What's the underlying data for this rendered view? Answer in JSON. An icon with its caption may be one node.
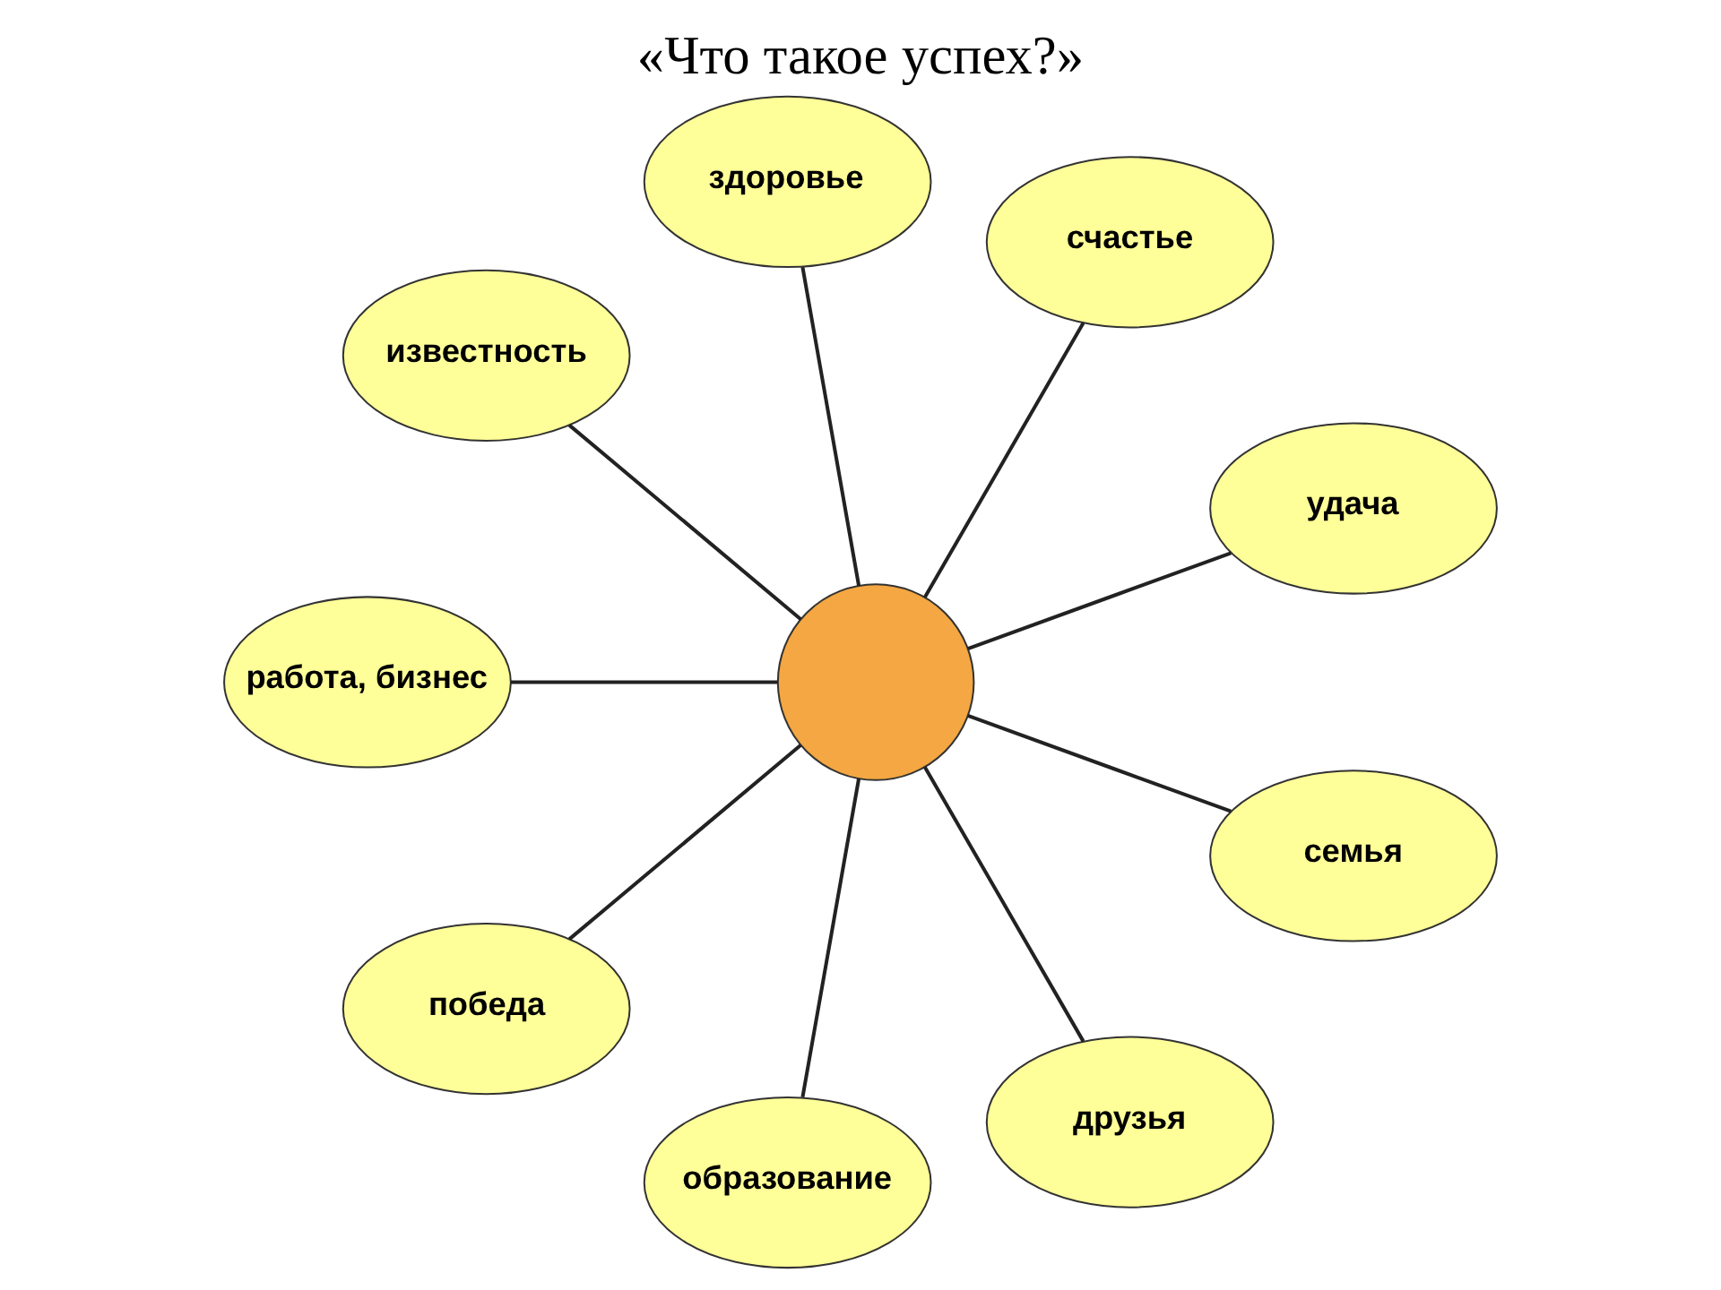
{
  "diagram": {
    "title": "«Что такое успех?»",
    "nodes": [
      {
        "text": [
          "удача"
        ]
      },
      {
        "text": [
          "счастье"
        ]
      },
      {
        "text": [
          "здоровье"
        ]
      },
      {
        "text": [
          "известность"
        ]
      },
      {
        "text": [
          "работа, бизнес"
        ]
      },
      {
        "text": [],
        "shape": "circle"
      },
      {
        "text": [
          "победа"
        ]
      },
      {
        "text": [
          "образование"
        ]
      },
      {
        "text": [
          "друзья"
        ]
      },
      {
        "text": [
          "семья"
        ]
      }
    ],
    "edges": [
      {
        "from": 5,
        "to": 0,
        "arrow": "none"
      },
      {
        "from": 5,
        "to": 2,
        "arrow": "none"
      },
      {
        "from": 5,
        "to": 4,
        "arrow": "none"
      },
      {
        "from": 5,
        "to": 7,
        "arrow": "none"
      },
      {
        "from": 5,
        "to": 9,
        "arrow": "none"
      },
      {
        "from": 5,
        "to": 8,
        "arrow": "none"
      },
      {
        "from": 5,
        "to": 6,
        "arrow": "none"
      },
      {
        "from": 5,
        "to": 3,
        "arrow": "none"
      },
      {
        "from": 5,
        "to": 1,
        "arrow": "none"
      }
    ]
  }
}
